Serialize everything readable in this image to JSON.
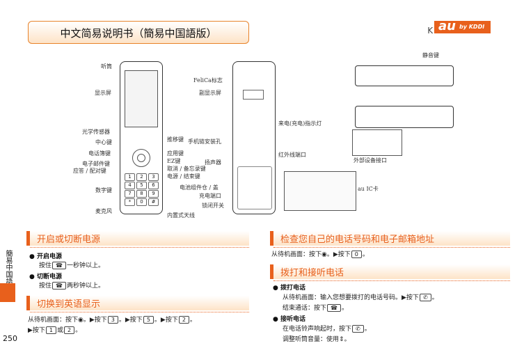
{
  "header": {
    "title": "中文简易说明书（簡易中国語版）",
    "model": "K006",
    "logo_main": "au",
    "logo_sub": "by KDDI"
  },
  "diagram": {
    "labels_left": {
      "earpiece": "听筒",
      "display": "显示屏",
      "light_sensor": "光学传感器",
      "center_key": "中心键",
      "mail_key": "电话簿键",
      "email_key": "电子邮件键",
      "answer_key": "应答 / 配对键",
      "number_keys": "数字键",
      "mic": "麦克风"
    },
    "labels_mid": {
      "nav_key": "推移键",
      "app_key": "应用键",
      "ez_key": "EZ键",
      "cancel_key": "取消 / 备忘录键",
      "power_key": "电源 / 结束键",
      "antenna": "内置式天线"
    },
    "labels_back": {
      "felica": "FeliCa标志",
      "sub_display": "副显示屏",
      "strap": "手机链安装孔",
      "speaker": "扬声器",
      "battery_cover": "电池组件仓 / 盖",
      "charge_port": "充电端口",
      "lock_switch": "锁闭开关",
      "charge_light": "来电(充电)指示灯",
      "ir_port": "红外线端口",
      "au_ic": "au IC卡"
    },
    "labels_right": {
      "mute_key": "静音键",
      "ext_port": "外部设备接口"
    }
  },
  "sections": {
    "power": {
      "title": "开启或切断电源",
      "on_head": "开启电源",
      "on_pre": "按住",
      "on_post": "一秒钟以上。",
      "off_head": "切断电源",
      "off_pre": "按住",
      "off_post": "两秒钟以上。"
    },
    "english": {
      "title": "切换到英语显示",
      "line1_pre": "从待机画面：按下",
      "k1": "3",
      "k2": "5",
      "k3": "2",
      "line2_pre": "▶按下",
      "k4": "1",
      "or": "或",
      "k5": "2",
      "end": "。"
    },
    "check": {
      "title": "检查您自己的电话号码和电子邮箱地址",
      "line_pre": "从待机画面：按下",
      "mid": "。▶按下",
      "k": "0",
      "end": "。"
    },
    "call": {
      "title": "拨打和接听电话",
      "make_head": "拨打电话",
      "make_line": "从待机画面：输入您想要拨打的电话号码。▶按下",
      "end_line": "结束通话：按下",
      "recv_head": "接听电话",
      "recv_line": "在电话铃声响起时，按下",
      "vol_line": "调整听筒音量：使用",
      "end": "。"
    }
  },
  "side": {
    "tab": "簡易中国語",
    "page": "250"
  },
  "colors": {
    "accent": "#e8601c"
  }
}
